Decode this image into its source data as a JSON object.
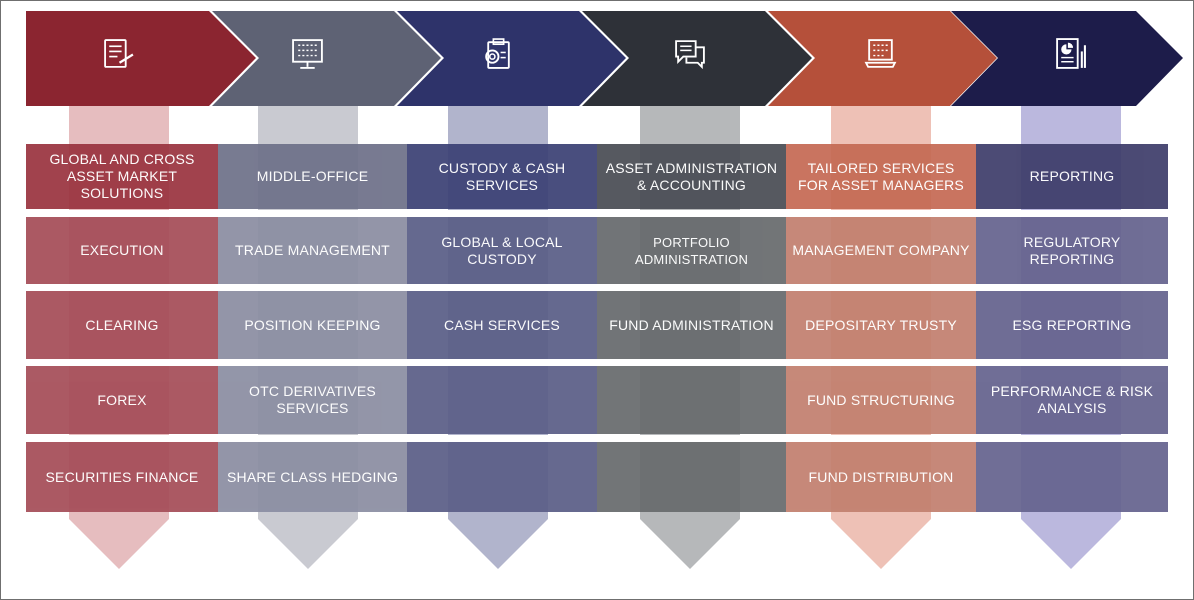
{
  "columns": [
    {
      "id": "global-markets",
      "icon": "document-pen-icon",
      "header_color": "#8B2530",
      "tint_color": "#E6BDBF",
      "cell_color": "#A54D58",
      "top_cell_color": "#9A3440",
      "title": "GLOBAL AND CROSS ASSET MARKET SOLUTIONS",
      "items": [
        "EXECUTION",
        "CLEARING",
        "FOREX",
        "SECURITIES FINANCE"
      ]
    },
    {
      "id": "middle-office",
      "icon": "monitor-grid-icon",
      "header_color": "#5E6274",
      "tint_color": "#C9CAD1",
      "cell_color": "#8B8EA2",
      "top_cell_color": "#6E7189",
      "title": "MIDDLE-OFFICE",
      "items": [
        "TRADE MANAGEMENT",
        "POSITION KEEPING",
        "OTC DERIVATIVES SERVICES",
        "SHARE CLASS HEDGING"
      ]
    },
    {
      "id": "custody",
      "icon": "clipboard-target-icon",
      "header_color": "#2E336A",
      "tint_color": "#B1B4CC",
      "cell_color": "#5A5E87",
      "top_cell_color": "#3C4175",
      "title": "CUSTODY & CASH SERVICES",
      "items": [
        "GLOBAL & LOCAL CUSTODY",
        "CASH SERVICES",
        "",
        ""
      ]
    },
    {
      "id": "asset-admin",
      "icon": "chat-bubbles-icon",
      "header_color": "#2E3138",
      "tint_color": "#B6B8BA",
      "cell_color": "#676A6D",
      "top_cell_color": "#4A4D55",
      "title": "ASSET ADMINISTRATION & ACCOUNTING",
      "items": [
        "PORTFOLIO ADMINISTRATION",
        "FUND ADMINISTRATION",
        "",
        ""
      ]
    },
    {
      "id": "asset-managers",
      "icon": "laptop-icon",
      "header_color": "#B5503A",
      "tint_color": "#EEC1B6",
      "cell_color": "#C2806F",
      "top_cell_color": "#C56A54",
      "title": "TAILORED SERVICES FOR ASSET MANAGERS",
      "items": [
        "MANAGEMENT COMPANY",
        "DEPOSITARY TRUSTY",
        "FUND STRUCTURING",
        "FUND DISTRIBUTION"
      ]
    },
    {
      "id": "reporting",
      "icon": "pie-chart-report-icon",
      "header_color": "#1D1C4A",
      "tint_color": "#BBB8DE",
      "cell_color": "#65638E",
      "top_cell_color": "#3E3D6A",
      "title": "REPORTING",
      "items": [
        "REGULATORY REPORTING",
        "ESG REPORTING",
        "PERFORMANCE & RISK ANALYSIS",
        ""
      ]
    }
  ]
}
